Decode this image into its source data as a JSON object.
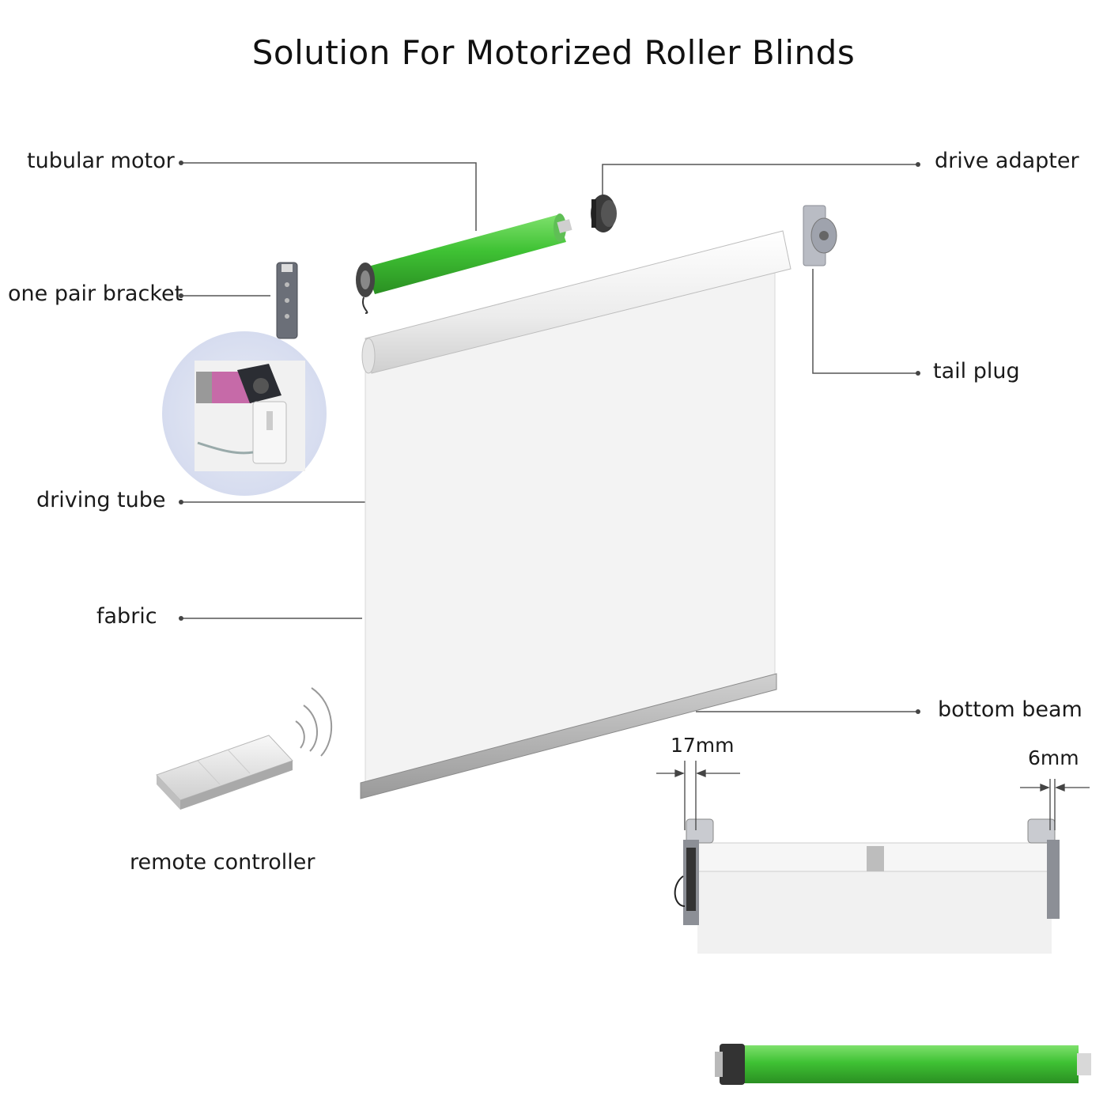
{
  "title": "Solution For Motorized Roller Blinds",
  "labels": {
    "tubular_motor": "tubular motor",
    "drive_adapter": "drive adapter",
    "one_pair_bracket": "one pair bracket",
    "tail_plug": "tail plug",
    "driving_tube": "driving tube",
    "fabric": "fabric",
    "bottom_beam": "bottom beam",
    "remote_controller": "remote controller"
  },
  "dimensions": {
    "left_gap": "17mm",
    "right_gap": "6mm"
  },
  "colors": {
    "motor_green": "#3fc234",
    "fabric": "#f3f3f3",
    "leader_line": "#555555"
  }
}
